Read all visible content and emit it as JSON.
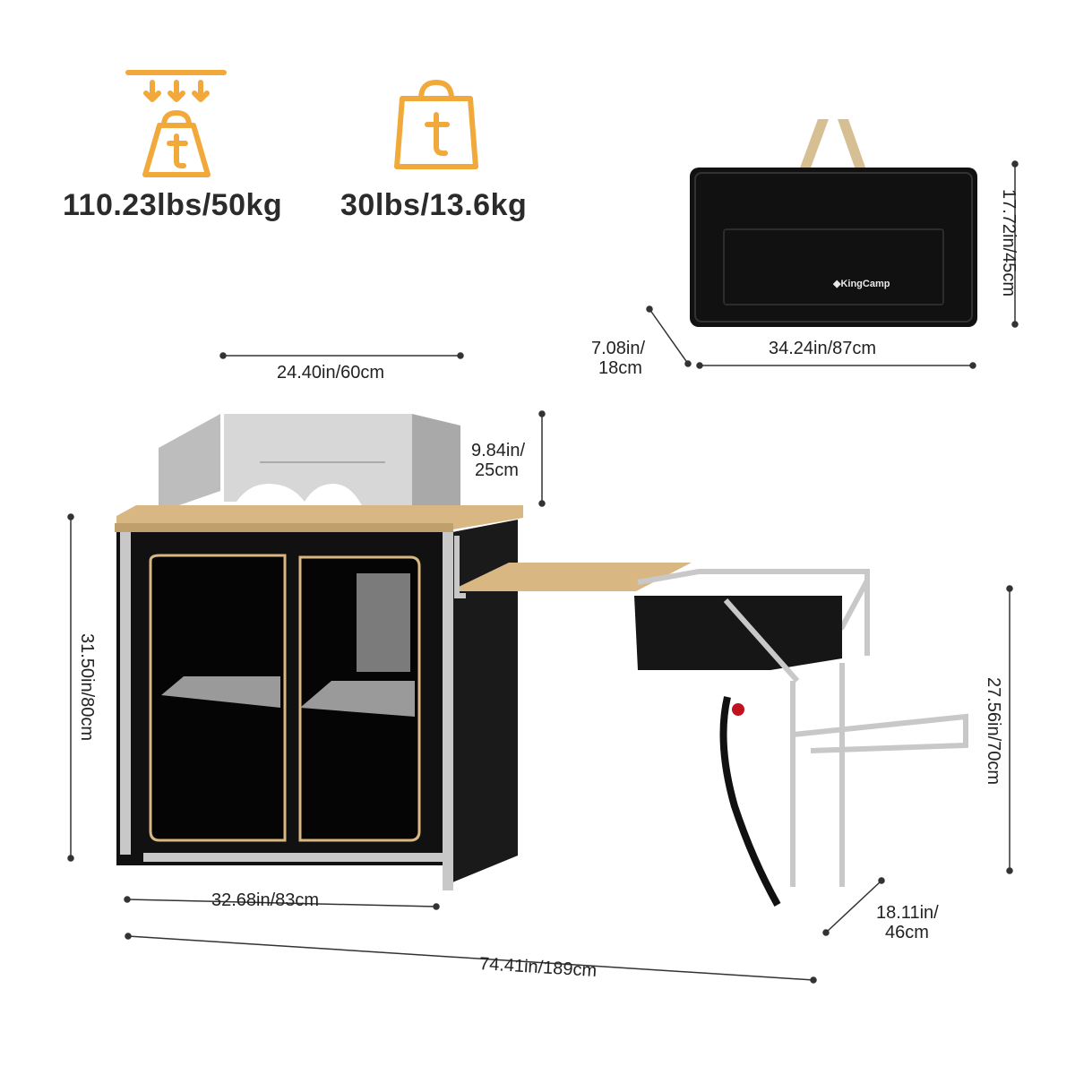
{
  "specs": {
    "max_load": {
      "icon": "weight-load-icon",
      "value": "110.23lbs/50kg"
    },
    "product_weight": {
      "icon": "weight-bag-icon",
      "value": "30lbs/13.6kg"
    }
  },
  "carry_bag": {
    "brand": "KingCamp",
    "height": "17.72in/45cm",
    "width": "34.24in/87cm",
    "depth_line1": "7.08in/",
    "depth_line2": "18cm"
  },
  "kitchen": {
    "windscreen_width": "24.40in/60cm",
    "windscreen_height_line1": "9.84in/",
    "windscreen_height_line2": "25cm",
    "cabinet_height": "31.50in/80cm",
    "cabinet_width": "32.68in/83cm",
    "total_length": "74.41in/189cm",
    "side_table_height": "27.56in/70cm",
    "side_depth_line1": "18.11in/",
    "side_depth_line2": "46cm"
  },
  "colors": {
    "accent": "#f2a93b",
    "cabinet": "#111111",
    "bamboo": "#d9b783",
    "frame": "#c8c8c8"
  }
}
